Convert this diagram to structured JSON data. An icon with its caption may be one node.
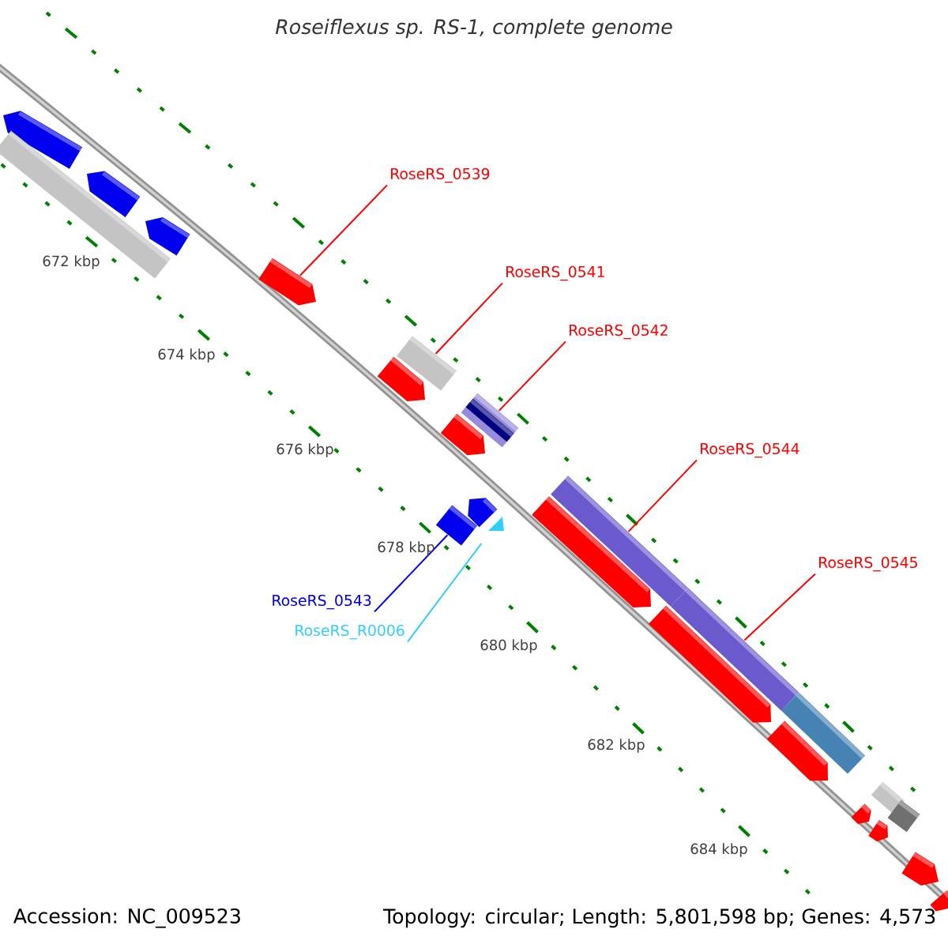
{
  "diagram": {
    "title": "Roseiflexus sp. RS-1, complete genome",
    "nodes": [
      {
        "text": [
          "RoseRS_0539"
        ]
      },
      {
        "text": [
          "RoseRS_0541"
        ]
      },
      {
        "text": [
          "RoseRS_0542"
        ]
      },
      {
        "text": [
          "RoseRS_0543"
        ]
      },
      {
        "text": [
          "RoseRS_R0006"
        ]
      },
      {
        "text": [
          "RoseRS_0544"
        ]
      },
      {
        "text": [
          "RoseRS_0545"
        ]
      },
      {
        "text": [],
        "shape": "arrow"
      },
      {
        "text": [],
        "shape": "box"
      },
      {
        "text": [],
        "shape": "box"
      },
      {
        "text": [],
        "shape": "box"
      },
      {
        "text": [],
        "shape": "triangle"
      },
      {
        "text": [],
        "shape": "bar"
      },
      {
        "text": [],
        "shape": "bar"
      },
      {
        "text": [],
        "shape": "arrow"
      },
      {
        "text": [],
        "shape": "box"
      },
      {
        "text": [],
        "shape": "arrow"
      },
      {
        "text": [],
        "shape": "arrow"
      },
      {
        "text": [],
        "shape": "arrow"
      },
      {
        "text": [],
        "shape": "arrow"
      },
      {
        "text": [],
        "shape": "arrow"
      },
      {
        "text": [],
        "shape": "arrow"
      },
      {
        "text": [],
        "shape": "arrow"
      },
      {
        "text": [],
        "shape": "arrow"
      },
      {
        "text": [],
        "shape": "bar"
      },
      {
        "text": [],
        "shape": "arrow"
      },
      {
        "text": [],
        "shape": "arrow"
      },
      {
        "text": [],
        "shape": "box"
      },
      {
        "text": [],
        "shape": "box"
      },
      {
        "text": [],
        "shape": "arrow"
      },
      {
        "text": [],
        "shape": "arrow"
      }
    ],
    "edges": [
      {
        "from": 0,
        "to": 7,
        "arrow": "none"
      },
      {
        "from": 1,
        "to": 8,
        "arrow": "none"
      },
      {
        "from": 2,
        "to": 9,
        "arrow": "none"
      },
      {
        "from": 3,
        "to": 10,
        "arrow": "none",
        "color": "#0000ff"
      },
      {
        "from": 4,
        "to": 11,
        "arrow": "none",
        "color": "#33ccff"
      },
      {
        "from": 5,
        "to": 12,
        "arrow": "none"
      },
      {
        "from": 6,
        "to": 13,
        "arrow": "none"
      }
    ],
    "labels": [
      "672 kbp",
      "674 kbp",
      "676 kbp",
      "678 kbp",
      "680 kbp",
      "682 kbp",
      "684 kbp",
      "Accession: NC_009523",
      "Topology: circular; Length: 5,801,598 bp; Genes: 4,573"
    ]
  }
}
